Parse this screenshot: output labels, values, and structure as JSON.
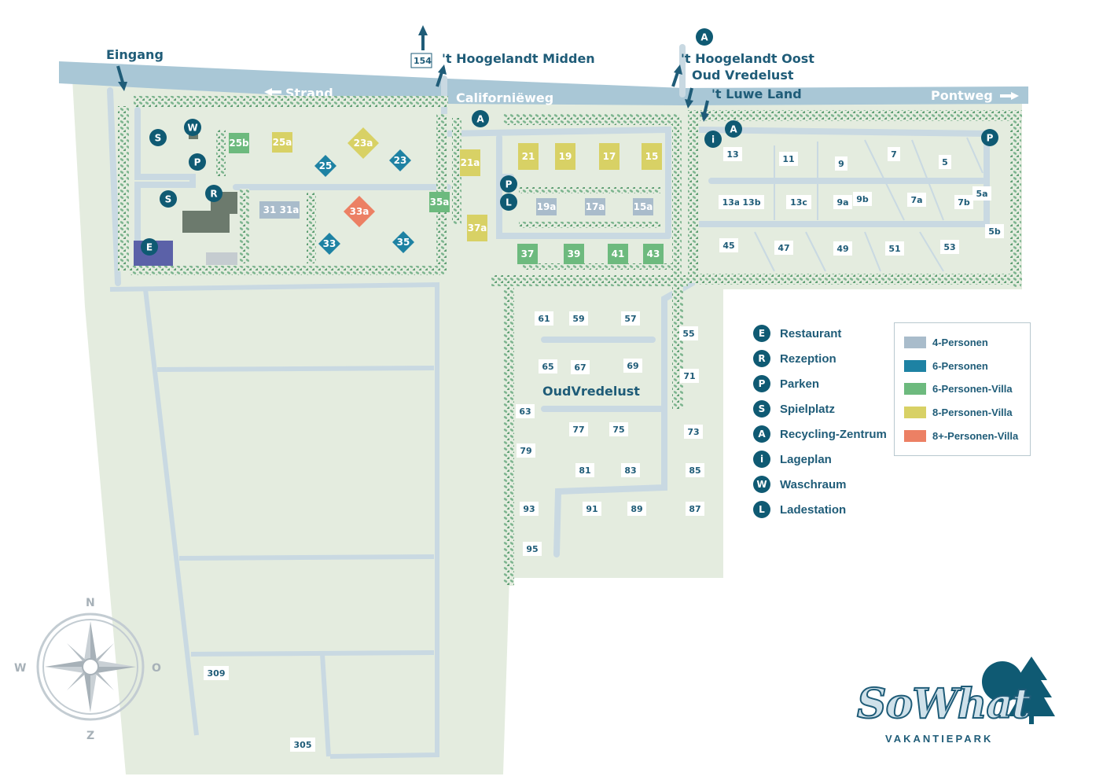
{
  "roads": {
    "main": "Californiëweg",
    "strand": "Strand",
    "pontweg": "Pontweg"
  },
  "labels": {
    "entrance": "Eingang",
    "hoogelandt_midden": "'t Hoogelandt Midden",
    "hoogelandt_oost": "'t Hoogelandt Oost",
    "oud_vredelust_top": "Oud Vredelust",
    "luwe_land": "'t Luwe Land",
    "oud_vredelust_area": "OudVredelust",
    "exit_number": "154"
  },
  "compass": {
    "n": "N",
    "o": "O",
    "z": "Z",
    "w": "W"
  },
  "units": [
    {
      "id": "25b",
      "type": "6-Personen-Villa"
    },
    {
      "id": "25a",
      "type": "8-Personen-Villa"
    },
    {
      "id": "23a",
      "type": "8-Personen-Villa"
    },
    {
      "id": "25",
      "type": "6-Personen"
    },
    {
      "id": "23",
      "type": "6-Personen"
    },
    {
      "id": "21a",
      "type": "8-Personen-Villa"
    },
    {
      "id": "21",
      "type": "8-Personen-Villa"
    },
    {
      "id": "19",
      "type": "8-Personen-Villa"
    },
    {
      "id": "17",
      "type": "8-Personen-Villa"
    },
    {
      "id": "15",
      "type": "8-Personen-Villa"
    },
    {
      "id": "31",
      "type": "4-Personen"
    },
    {
      "id": "31a",
      "type": "4-Personen"
    },
    {
      "id": "33a",
      "type": "8+-Personen-Villa"
    },
    {
      "id": "35a",
      "type": "6-Personen-Villa"
    },
    {
      "id": "37a",
      "type": "8-Personen-Villa"
    },
    {
      "id": "19a",
      "type": "4-Personen"
    },
    {
      "id": "17a",
      "type": "4-Personen"
    },
    {
      "id": "15a",
      "type": "4-Personen"
    },
    {
      "id": "33",
      "type": "6-Personen"
    },
    {
      "id": "35",
      "type": "6-Personen"
    },
    {
      "id": "37",
      "type": "6-Personen-Villa"
    },
    {
      "id": "39",
      "type": "6-Personen-Villa"
    },
    {
      "id": "41",
      "type": "6-Personen-Villa"
    },
    {
      "id": "43",
      "type": "6-Personen-Villa"
    }
  ],
  "plots": [
    "13",
    "11",
    "9",
    "7",
    "5",
    "13a",
    "13b",
    "13c",
    "9a",
    "9b",
    "7a",
    "7b",
    "5a",
    "5b",
    "45",
    "47",
    "49",
    "51",
    "53",
    "61",
    "59",
    "57",
    "55",
    "65",
    "67",
    "69",
    "71",
    "63",
    "77",
    "75",
    "73",
    "79",
    "81",
    "83",
    "85",
    "93",
    "91",
    "89",
    "87",
    "95",
    "309",
    "305"
  ],
  "facility_legend": [
    {
      "icon": "E",
      "label": "Restaurant"
    },
    {
      "icon": "R",
      "label": "Rezeption"
    },
    {
      "icon": "P",
      "label": "Parken"
    },
    {
      "icon": "S",
      "label": "Spielplatz"
    },
    {
      "icon": "A",
      "label": "Recycling-Zentrum"
    },
    {
      "icon": "i",
      "label": "Lageplan"
    },
    {
      "icon": "W",
      "label": "Waschraum"
    },
    {
      "icon": "L",
      "label": "Ladestation"
    }
  ],
  "type_legend": [
    {
      "label": "4-Personen",
      "color": "#a9bccb"
    },
    {
      "label": "6-Personen",
      "color": "#1e82a3"
    },
    {
      "label": "6-Personen-Villa",
      "color": "#6dba7e"
    },
    {
      "label": "8-Personen-Villa",
      "color": "#d8d165"
    },
    {
      "label": "8+-Personen-Villa",
      "color": "#ec8064"
    }
  ],
  "brand": {
    "name": "SoWhat",
    "subtitle": "VAKANTIEPARK"
  },
  "colors": {
    "ground": "#e4ecdf",
    "road": "#a9c7d6",
    "hedge": "#8fbf9e",
    "text": "#1f5c78",
    "icon": "#0f5a73"
  }
}
